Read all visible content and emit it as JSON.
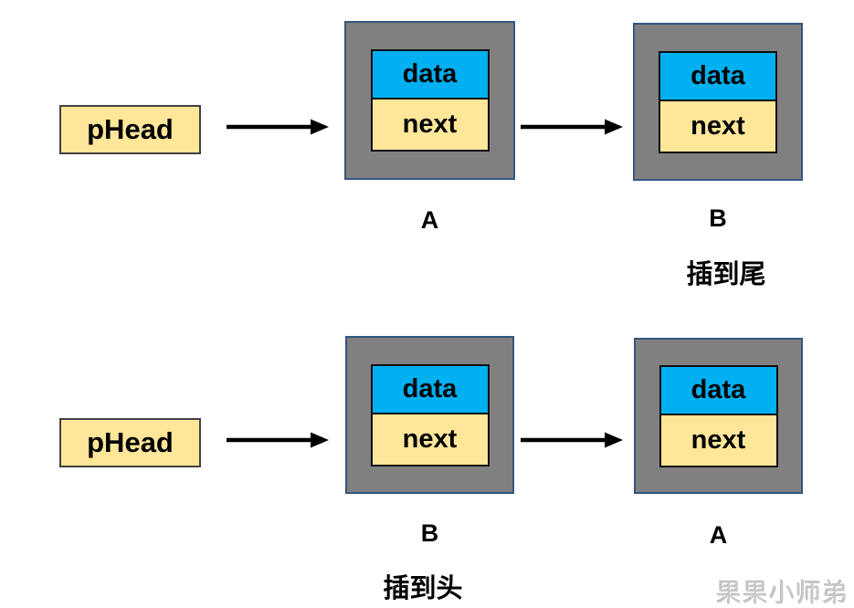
{
  "diagram_title": "linked-list-insertion",
  "node_cells": {
    "data_label": "data",
    "next_label": "next"
  },
  "rows": [
    {
      "pointer_label": "pHead",
      "nodes": [
        {
          "name": "A"
        },
        {
          "name": "B"
        }
      ],
      "caption": "插到尾"
    },
    {
      "pointer_label": "pHead",
      "nodes": [
        {
          "name": "B"
        },
        {
          "name": "A"
        }
      ],
      "caption": "插到头"
    }
  ],
  "watermark": "果果小师弟",
  "colors": {
    "background": "#FFFFFF",
    "phead_fill": "#FFE699",
    "phead_border": "#404040",
    "node_fill": "#808080",
    "node_border": "#33567D",
    "data_cell_fill": "#00B0F0",
    "next_cell_fill": "#FFE699",
    "cell_border": "#0D0D0D",
    "arrow": "#000000",
    "text": "#000000",
    "watermark": "#C9C9C9"
  }
}
